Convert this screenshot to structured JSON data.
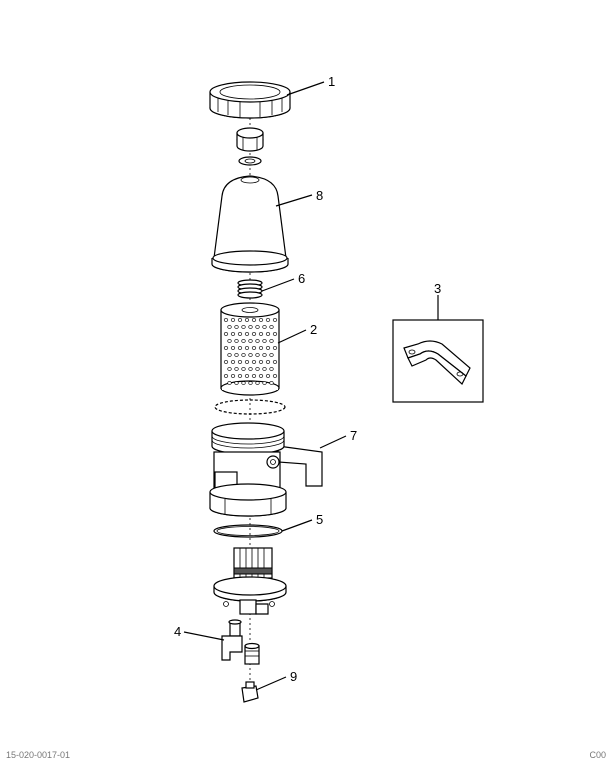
{
  "callouts": {
    "c1": "1",
    "c2": "2",
    "c3": "3",
    "c4": "4",
    "c5": "5",
    "c6": "6",
    "c7": "7",
    "c8": "8",
    "c9": "9"
  },
  "footer": {
    "left": "15-020-0017-01",
    "right": "C00"
  }
}
